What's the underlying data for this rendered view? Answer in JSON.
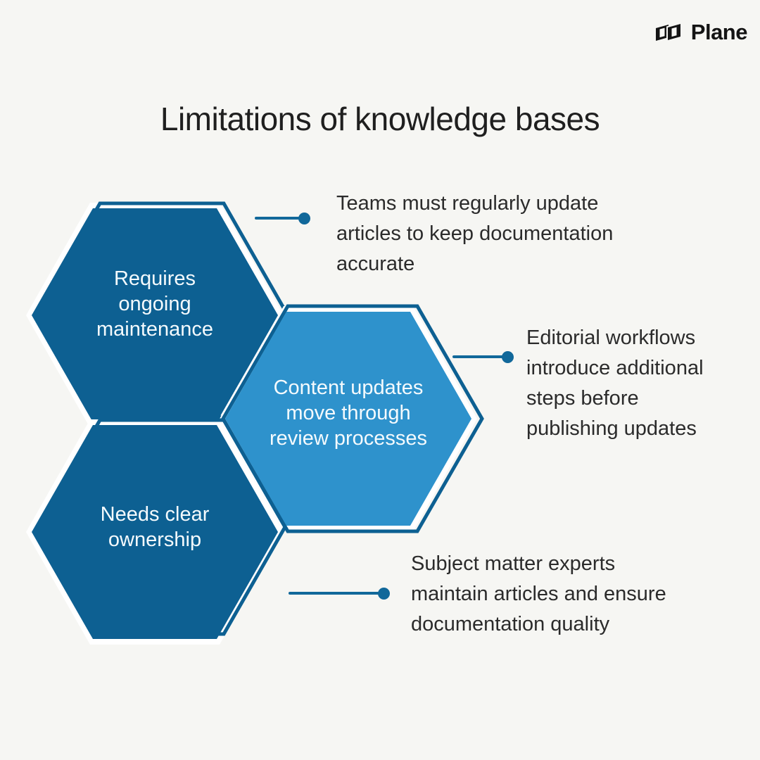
{
  "brand": {
    "name": "Plane"
  },
  "title": "Limitations of knowledge bases",
  "hexagons": [
    {
      "id": "requires-ongoing-maintenance",
      "label": "Requires\nongoing\nmaintenance",
      "annotation": "Teams must regularly update\narticles to keep documentation\naccurate",
      "fill": "#0d6092"
    },
    {
      "id": "content-updates-review",
      "label": "Content updates\nmove through\nreview processes",
      "annotation": "Editorial workflows\nintroduce additional\nsteps before\npublishing updates",
      "fill": "#2e92cc"
    },
    {
      "id": "needs-clear-ownership",
      "label": "Needs clear\nownership",
      "annotation": "Subject matter experts\nmaintain articles and ensure\ndocumentation quality",
      "fill": "#0d6092"
    }
  ],
  "colors": {
    "background": "#f6f6f3",
    "dark_blue": "#0d6092",
    "light_blue": "#2e92cc",
    "connector": "#11689a",
    "title_text": "#1f1f1f",
    "body_text": "#2b2b2b",
    "hexagon_text": "#f4fafd",
    "hexagon_gap": "#ffffff"
  }
}
